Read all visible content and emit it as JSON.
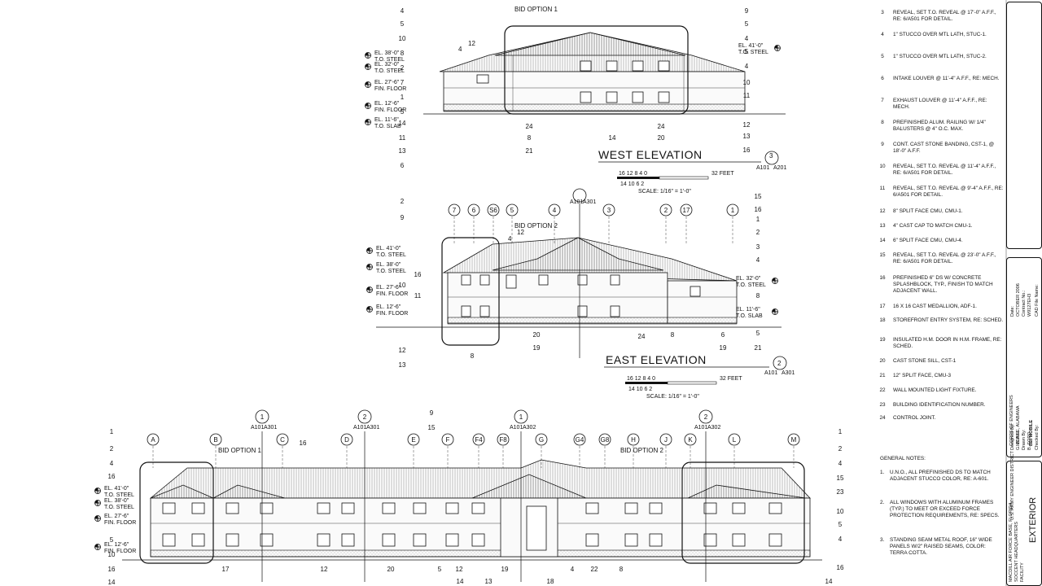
{
  "west": {
    "title": "WEST ELEVATION",
    "bid_option": "BID OPTION 1",
    "slope": "12",
    "slope_run": "4",
    "detail_num": "3",
    "detail_ref_a": "A101",
    "detail_ref_b": "A201",
    "scale_bar_top": "16 12 8 4 0",
    "scale_bar_bottom": "14 10 6 2",
    "scale_feet": "32 FEET",
    "scale_text": "SCALE: 1/16\" = 1'-0\"",
    "levels": [
      {
        "label": "EL. 38'-0\"",
        "sub": "T.O. STEEL"
      },
      {
        "label": "EL. 32'-0\"",
        "sub": "T.O. STEEL"
      },
      {
        "label": "EL. 27'-6\"",
        "sub": "FIN. FLOOR"
      },
      {
        "label": "EL. 12'-6\"",
        "sub": "FIN. FLOOR"
      },
      {
        "label": "EL. 11'-6\"",
        "sub": "T.O. SLAB"
      }
    ],
    "right_levels": [
      {
        "label": "EL. 41'-0\"",
        "sub": "T.O. STEEL"
      }
    ],
    "left_tags": [
      "4",
      "5",
      "10",
      "8",
      "2",
      "7",
      "1",
      "5",
      "14",
      "11",
      "13",
      "6"
    ],
    "right_tags": [
      "9",
      "5",
      "4",
      "5",
      "4",
      "10",
      "11",
      "12",
      "13",
      "16"
    ],
    "bottom_tags": [
      "24",
      "14",
      "20",
      "24",
      "8",
      "21"
    ]
  },
  "east": {
    "title": "EAST ELEVATION",
    "bid_option": "BID OPTION 2",
    "slope": "12",
    "slope_run": "4",
    "detail_num": "2",
    "detail_ref_a": "A101",
    "detail_ref_b": "A301",
    "section_ref_a": "A101",
    "section_ref_b": "A301",
    "scale_bar_top": "16 12 8 4 0",
    "scale_bar_bottom": "14 10 6 2",
    "scale_feet": "32 FEET",
    "scale_text": "SCALE: 1/16\" = 1'-0\"",
    "grid": [
      "7",
      "6",
      "S6",
      "5",
      "4",
      "3",
      "2",
      "17",
      "1"
    ],
    "levels": [
      {
        "label": "EL. 41'-0\"",
        "sub": "T.O. STEEL"
      },
      {
        "label": "EL. 38'-0\"",
        "sub": "T.O. STEEL"
      },
      {
        "label": "EL. 27'-6\"",
        "sub": "FIN. FLOOR"
      },
      {
        "label": "EL. 12'-6\"",
        "sub": "FIN. FLOOR"
      }
    ],
    "right_levels": [
      {
        "label": "EL. 32'-0\"",
        "sub": "T.O. STEEL"
      },
      {
        "label": "EL. 11'-6\"",
        "sub": "T.O. SLAB"
      }
    ],
    "left_tags": [
      "2",
      "9",
      "10",
      "16",
      "11",
      "12",
      "13"
    ],
    "right_tags": [
      "15",
      "16",
      "1",
      "2",
      "3",
      "4",
      "8",
      "5",
      "21"
    ],
    "bottom_tags": [
      "20",
      "19",
      "24",
      "8",
      "6",
      "19",
      "8"
    ]
  },
  "north": {
    "bid_option_1": "BID OPTION 1",
    "bid_option_2": "BID OPTION 2",
    "grid": [
      "A",
      "B",
      "C",
      "D",
      "E",
      "F",
      "F4",
      "F8",
      "G",
      "G4",
      "G8",
      "H",
      "J",
      "K",
      "L",
      "M"
    ],
    "sections": [
      {
        "num": "1",
        "ref_a": "A101",
        "ref_b": "A301"
      },
      {
        "num": "2",
        "ref_a": "A101",
        "ref_b": "A301"
      },
      {
        "num": "1",
        "ref_a": "A101",
        "ref_b": "A302"
      },
      {
        "num": "2",
        "ref_a": "A101",
        "ref_b": "A302"
      }
    ],
    "levels": [
      {
        "label": "EL. 41'-0\"",
        "sub": "T.O. STEEL"
      },
      {
        "label": "EL. 38'-0\"",
        "sub": "T.O. STEEL"
      },
      {
        "label": "EL. 27'-6\"",
        "sub": "FIN. FLOOR"
      },
      {
        "label": "EL. 12'-6\"",
        "sub": "FIN. FLOOR"
      }
    ],
    "left_tags": [
      "1",
      "2",
      "4",
      "16",
      "5",
      "10",
      "16",
      "14"
    ],
    "right_tags": [
      "1",
      "2",
      "4",
      "15",
      "23",
      "10",
      "5",
      "4",
      "16"
    ],
    "bottom_tags": [
      "17",
      "12",
      "20",
      "5",
      "12",
      "14",
      "13",
      "19",
      "18",
      "4",
      "22",
      "8",
      "14"
    ],
    "top_tags": [
      "9",
      "16",
      "15"
    ]
  },
  "keynotes": [
    {
      "num": "3",
      "text": "REVEAL, SET T.O. REVEAL @ 17'-0\" A.F.F., RE: 6/A501 FOR DETAIL."
    },
    {
      "num": "4",
      "text": "1\" STUCCO OVER MTL LATH, STUC-1."
    },
    {
      "num": "5",
      "text": "1\" STUCCO OVER MTL LATH, STUC-2."
    },
    {
      "num": "6",
      "text": "INTAKE LOUVER @ 11'-4\" A.F.F., RE: MECH."
    },
    {
      "num": "7",
      "text": "EXHAUST LOUVER @ 11'-4\" A.F.F., RE: MECH."
    },
    {
      "num": "8",
      "text": "PREFINISHED ALUM. RAILING W/ 1/4\" BALUSTERS @ 4\" O.C. MAX."
    },
    {
      "num": "9",
      "text": "CONT. CAST STONE BANDING, CST-1, @ 18'-0\" A.F.F."
    },
    {
      "num": "10",
      "text": "REVEAL, SET T.O. REVEAL @ 11'-4\" A.F.F., RE: 6/A501 FOR DETAIL."
    },
    {
      "num": "11",
      "text": "REVEAL, SET T.O. REVEAL @ 9'-4\" A.F.F., RE: 6/A501 FOR DETAIL."
    },
    {
      "num": "12",
      "text": "8\" SPLIT FACE CMU, CMU-1."
    },
    {
      "num": "13",
      "text": "4\" CAST CAP TO MATCH CMU-1."
    },
    {
      "num": "14",
      "text": "6\" SPLIT FACE CMU, CMU-4."
    },
    {
      "num": "15",
      "text": "REVEAL, SET T.O. REVEAL @ 23'-0\" A.F.F., RE: 6/A501 FOR DETAIL."
    },
    {
      "num": "16",
      "text": "PREFINISHED 6\" DS W/ CONCRETE SPLASHBLOCK, TYP., FINISH TO MATCH ADJACENT WALL."
    },
    {
      "num": "17",
      "text": "16 X 16 CAST MEDALLION, ADF-1."
    },
    {
      "num": "18",
      "text": "STOREFRONT ENTRY SYSTEM, RE: SCHED."
    },
    {
      "num": "19",
      "text": "INSULATED H.M. DOOR IN H.M. FRAME, RE: SCHED."
    },
    {
      "num": "20",
      "text": "CAST STONE SILL, CST-1"
    },
    {
      "num": "21",
      "text": "12\" SPLIT FACE, CMU-3"
    },
    {
      "num": "22",
      "text": "WALL MOUNTED LIGHT FIXTURE."
    },
    {
      "num": "23",
      "text": "BUILDING IDENTIFICATION NUMBER."
    },
    {
      "num": "24",
      "text": "CONTROL JOINT."
    }
  ],
  "general_notes_title": "GENERAL NOTES:",
  "general_notes": [
    {
      "num": "1.",
      "text": "U.N.O., ALL PREFINISHED DS TO MATCH ADJACENT STUCCO COLOR, RE: A-601."
    },
    {
      "num": "2.",
      "text": "ALL WINDOWS WITH ALUMINUM FRAMES (TYP.) TO MEET OR EXCEED FORCE PROTECTION REQUIREMENTS, RE: SPECS."
    },
    {
      "num": "3.",
      "text": "STANDING SEAM METAL ROOF, 16\" WIDE PANELS W/2\" RAISED SEAMS, COLOR: TERRA COTTA."
    }
  ],
  "title_block": {
    "date_label": "Date:",
    "date": "OCTOBER 2006",
    "contract_label": "Contract No.:",
    "contract": "W9127EH3",
    "file_label": "CAD File Name:",
    "designer_label": "Designed By:",
    "designer": "G. BLAIR",
    "drawn_label": "Drawn By:",
    "drawn": "B. FORD",
    "checked_label": "Checked By:",
    "agency_1": "U.S. ARMY ENGINEER DISTRICT",
    "agency_2": "CORPS OF ENGINEERS",
    "agency_3": "MOBILE, ALABAMA",
    "firm": "BEI MOBILE",
    "project_1": "MACDILL AIR FORCE BASE, FLORIDA",
    "project_2": "SOCCENT HEADQUARTERS",
    "project_3": "FACILITY",
    "sheet_title": "EXTERIOR"
  }
}
